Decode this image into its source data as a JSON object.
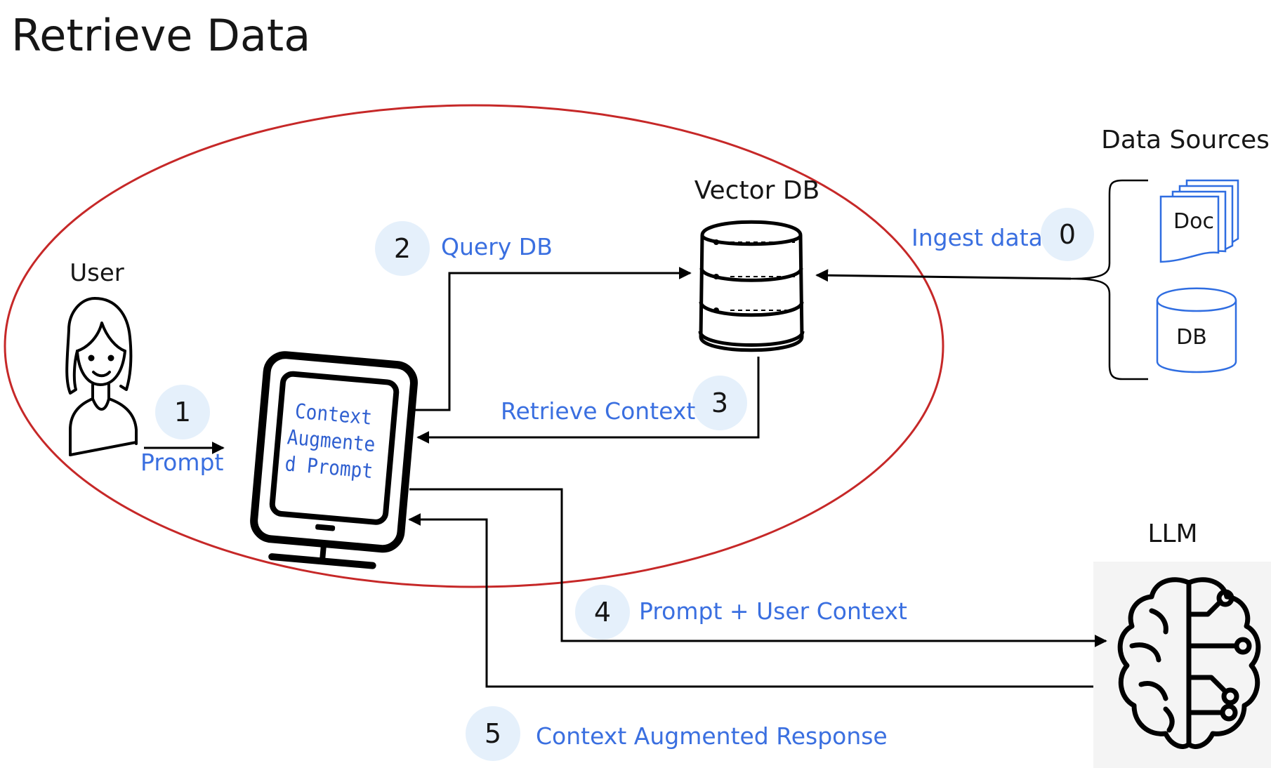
{
  "title": "Retrieve Data",
  "nodes": {
    "user": "User",
    "vector_db": "Vector DB",
    "data_sources": "Data Sources",
    "doc": "Doc",
    "db": "DB",
    "llm": "LLM",
    "screen_text": [
      "Context",
      "Augmente",
      "d Prompt"
    ]
  },
  "steps": [
    {
      "number": "0",
      "label": "Ingest data"
    },
    {
      "number": "1",
      "label": "Prompt"
    },
    {
      "number": "2",
      "label": "Query DB"
    },
    {
      "number": "3",
      "label": "Retrieve Context"
    },
    {
      "number": "4",
      "label": "Prompt + User Context"
    },
    {
      "number": "5",
      "label": "Context Augmented Response"
    }
  ],
  "colors": {
    "boundary": "#c62828",
    "label_blue": "#3a6fe0",
    "badge_fill": "#e5f0fb",
    "icon_blue": "#2f6de1"
  }
}
